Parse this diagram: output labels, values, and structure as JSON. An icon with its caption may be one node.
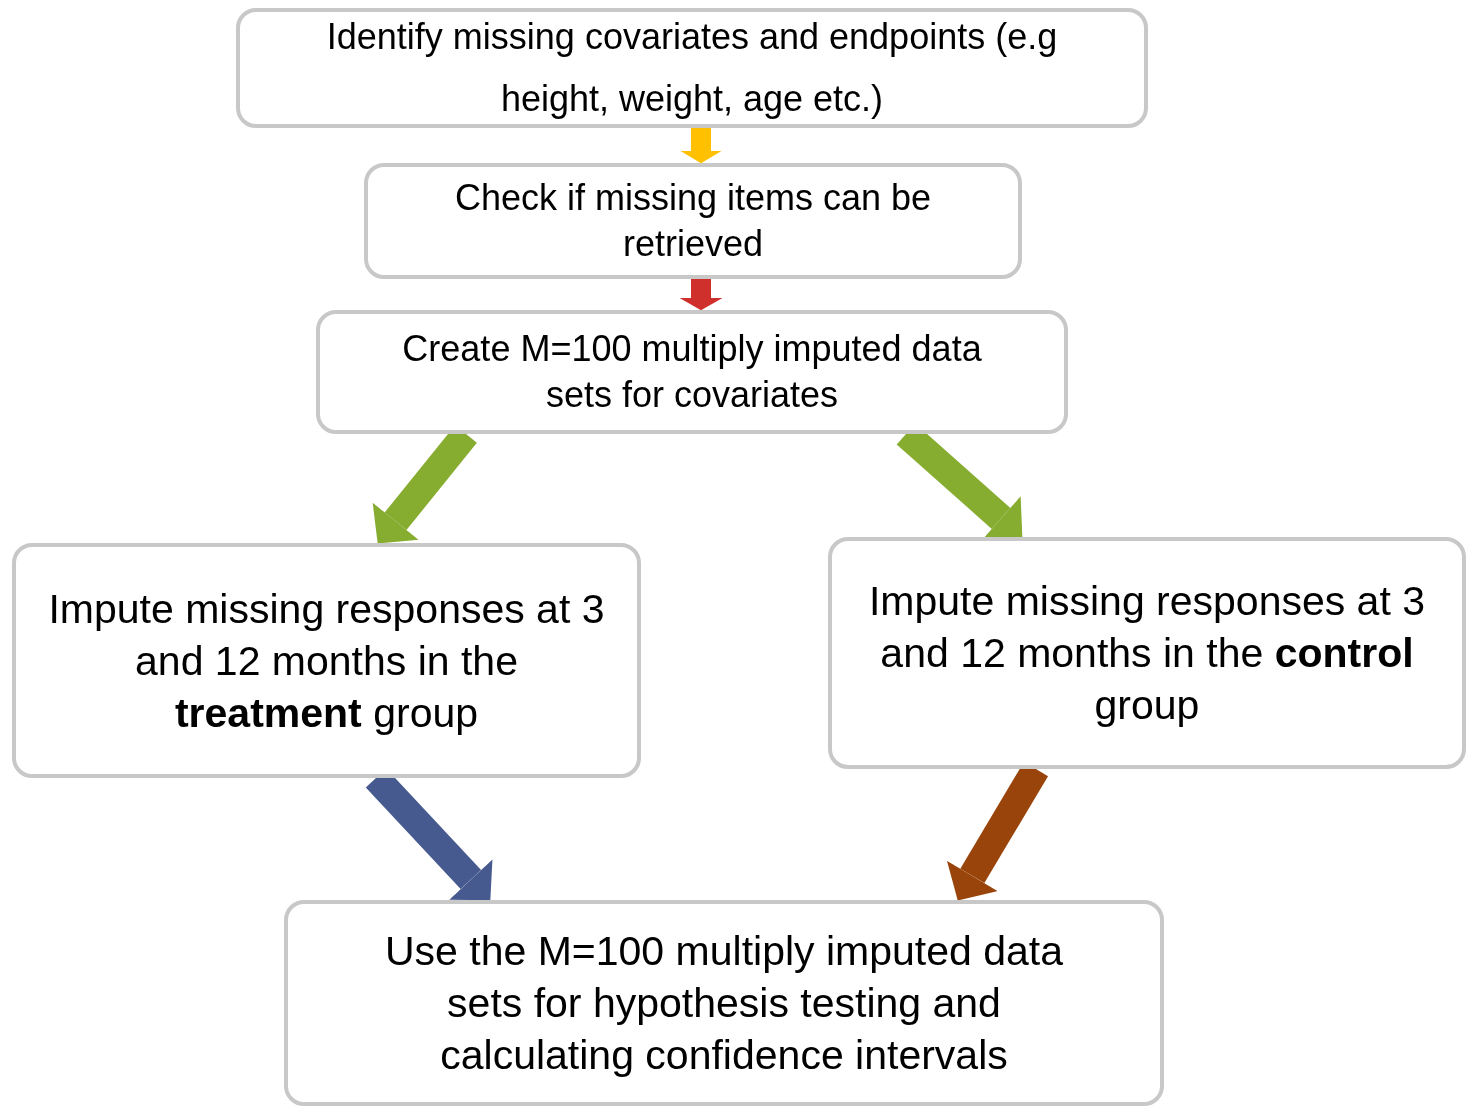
{
  "diagram": {
    "nodes": [
      {
        "text": [
          "Identify missing covariates and endpoints (e.g height, weight, age etc.)"
        ]
      },
      {
        "text": [
          "Check if missing items can be retrieved"
        ]
      },
      {
        "text": [
          "Create M=100 multiply imputed data sets for covariates"
        ]
      },
      {
        "text": [
          "Impute missing responses at 3 and 12 months in the **treatment** group"
        ]
      },
      {
        "text": [
          "Impute missing responses at 3 and 12 months in the **control** group"
        ]
      },
      {
        "text": [
          "Use the M=100 multiply imputed data sets for hypothesis testing and calculating confidence intervals"
        ]
      }
    ],
    "edges": [
      {
        "from": 0,
        "to": 1,
        "arrow": "to",
        "color": "#ffc000"
      },
      {
        "from": 1,
        "to": 2,
        "arrow": "to",
        "color": "#d0302b"
      },
      {
        "from": 2,
        "to": 3,
        "arrow": "to",
        "color": "#86ac30"
      },
      {
        "from": 2,
        "to": 4,
        "arrow": "to",
        "color": "#86ac30"
      },
      {
        "from": 3,
        "to": 5,
        "arrow": "to",
        "color": "#475a8f"
      },
      {
        "from": 4,
        "to": 5,
        "arrow": "to",
        "color": "#99440a"
      }
    ]
  }
}
